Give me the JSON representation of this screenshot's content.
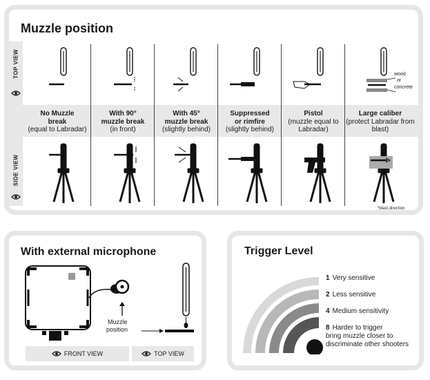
{
  "muzzle": {
    "title": "Muzzle position",
    "top_view": "TOP VIEW",
    "side_view": "SIDE VIEW",
    "columns": [
      {
        "title": "No Muzzle",
        "title2": "break",
        "sub": "(equal to Labradar)"
      },
      {
        "title": "With 90°",
        "title2": "muzzle break",
        "sub": "(in front)"
      },
      {
        "title": "With 45°",
        "title2": "muzzle break",
        "sub": "(slightly behind)"
      },
      {
        "title": "Suppressed",
        "title2": "or rimfire",
        "sub": "(slightly behind)"
      },
      {
        "title": "Pistol",
        "title2": "",
        "sub": "(muzzle equal to Labradar)"
      },
      {
        "title": "Large caliber",
        "title2": "",
        "sub": "(protect Labradar from blast)"
      }
    ],
    "wood_label": "wood",
    "or_label": "or",
    "concrete_label": "concrete",
    "blast_note": "*blast direction"
  },
  "mic": {
    "title": "With external microphone",
    "muzzle_label": "Muzzle",
    "position_label": "position",
    "front_view": "FRONT VIEW",
    "top_view": "TOP VIEW"
  },
  "trigger": {
    "title": "Trigger Level",
    "levels": [
      {
        "num": "1",
        "text": "Very sensitive",
        "text2": ""
      },
      {
        "num": "2",
        "text": "Less sensitive",
        "text2": ""
      },
      {
        "num": "4",
        "text": "Medium sensitivity",
        "text2": ""
      },
      {
        "num": "8",
        "text": "Harder to trigger",
        "text2": "bring muzzle closer to discriminate other shooters"
      }
    ]
  }
}
